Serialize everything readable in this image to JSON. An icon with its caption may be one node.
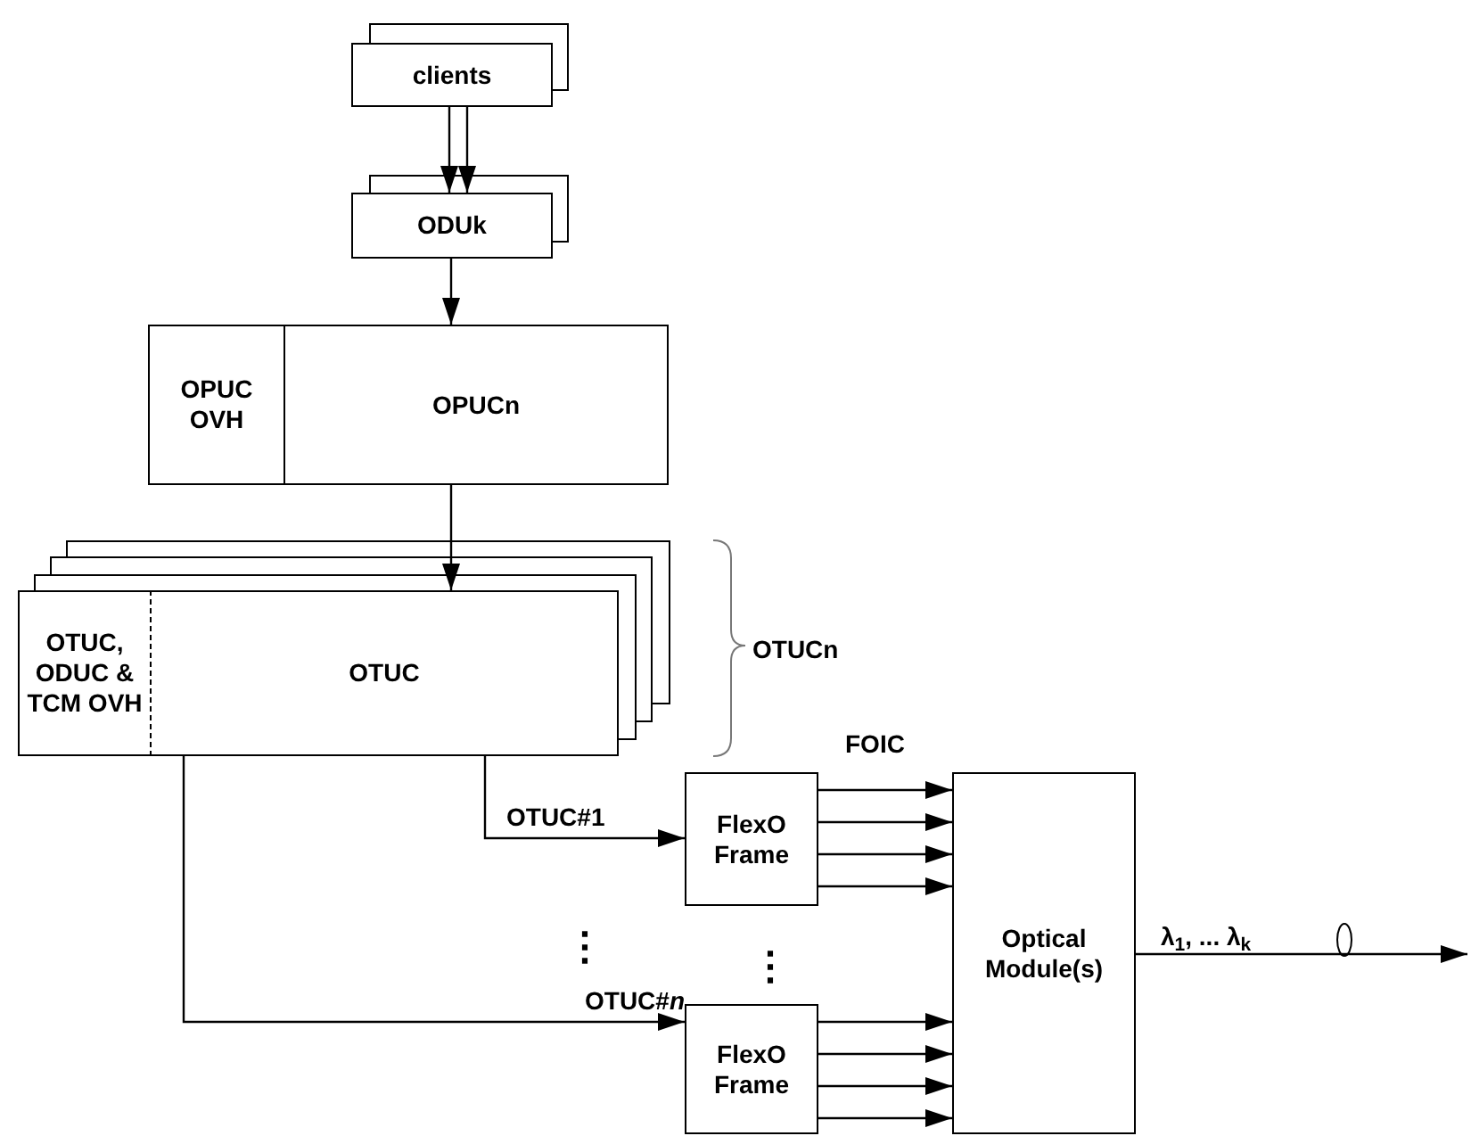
{
  "diagram": {
    "nodes": [
      {
        "text": [
          "clients"
        ]
      },
      {
        "text": [
          "ODUk"
        ]
      },
      {
        "text": [
          "OPUC OVH"
        ]
      },
      {
        "text": [
          "OPUCn"
        ]
      },
      {
        "text": [
          "OTUC, ODUC & TCM OVH"
        ]
      },
      {
        "text": [
          "OTUC"
        ]
      },
      {
        "text": [
          "FlexO Frame"
        ]
      },
      {
        "text": [
          "FlexO Frame"
        ]
      },
      {
        "text": [
          "Optical Module(s)"
        ]
      }
    ],
    "edges": [
      {
        "from": 0,
        "to": 1,
        "arrow": "to"
      },
      {
        "from": 0,
        "to": 1,
        "arrow": "to"
      },
      {
        "from": 1,
        "to": 3,
        "arrow": "to"
      },
      {
        "from": 3,
        "to": 5,
        "arrow": "to"
      },
      {
        "from": 5,
        "to": 6,
        "arrow": "to",
        "label": "OTUC#1"
      },
      {
        "from": 5,
        "to": 7,
        "arrow": "to",
        "label": "OTUC#*n*"
      },
      {
        "from": 6,
        "to": 8,
        "arrow": "to",
        "label": "FOIC"
      },
      {
        "from": 6,
        "to": 8,
        "arrow": "to"
      },
      {
        "from": 6,
        "to": 8,
        "arrow": "to"
      },
      {
        "from": 6,
        "to": 8,
        "arrow": "to"
      },
      {
        "from": 7,
        "to": 8,
        "arrow": "to"
      },
      {
        "from": 7,
        "to": 8,
        "arrow": "to"
      },
      {
        "from": 7,
        "to": 8,
        "arrow": "to"
      },
      {
        "from": 7,
        "to": 8,
        "arrow": "to"
      },
      {
        "from": 8,
        "to": null,
        "arrow": "to",
        "label": "λ$_{1}$, ... λ$_{k}$"
      }
    ],
    "labels": [
      "OTUCn",
      "⋮",
      "⋮"
    ]
  }
}
